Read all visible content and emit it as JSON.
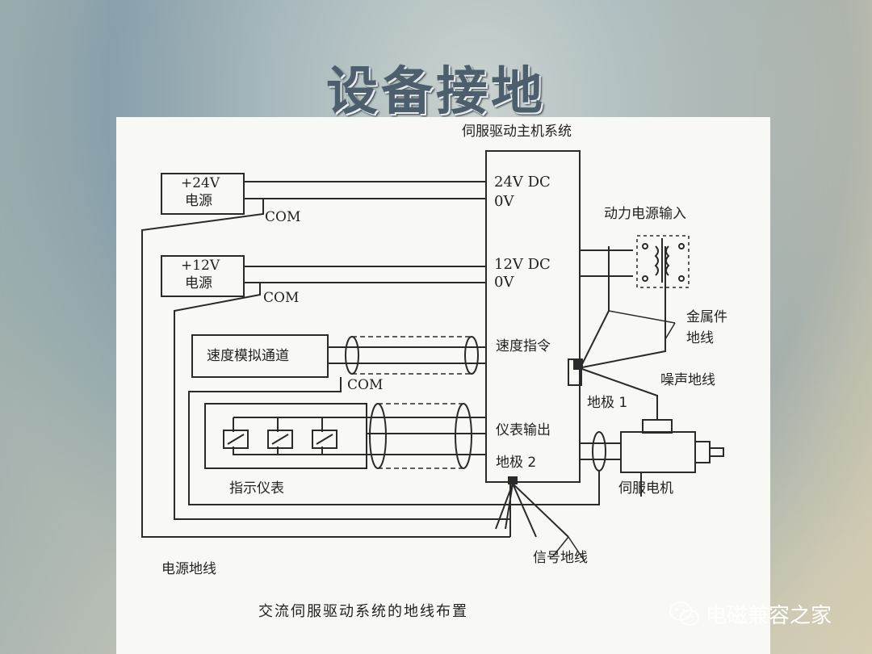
{
  "slide": {
    "title": "设备接地"
  },
  "diagram": {
    "host_system": "伺服驱动主机系统",
    "psu_24_line1": "+24V",
    "psu_24_line2": "电源",
    "psu_12_line1": "+12V",
    "psu_12_line2": "电源",
    "com_1": "COM",
    "com_2": "COM",
    "com_3": "COM",
    "pin_24v_dc": "24V DC",
    "pin_0v_1": "0V",
    "pin_12v_dc": "12V DC",
    "pin_0v_2": "0V",
    "pin_speed_cmd": "速度指令",
    "pin_meter_out": "仪表输出",
    "pin_ground_2": "地极 2",
    "ground_1": "地极 1",
    "power_input": "动力电源输入",
    "metal_ground_line1": "金属件",
    "metal_ground_line2": "地线",
    "noise_ground": "噪声地线",
    "servo_motor": "伺服电机",
    "speed_channel": "速度模拟通道",
    "indicator_meters": "指示仪表",
    "power_ground": "电源地线",
    "signal_ground": "信号地线",
    "caption": "交流伺服驱动系统的地线布置"
  },
  "watermark": {
    "text": "电磁兼容之家",
    "icon": "wechat-icon"
  }
}
